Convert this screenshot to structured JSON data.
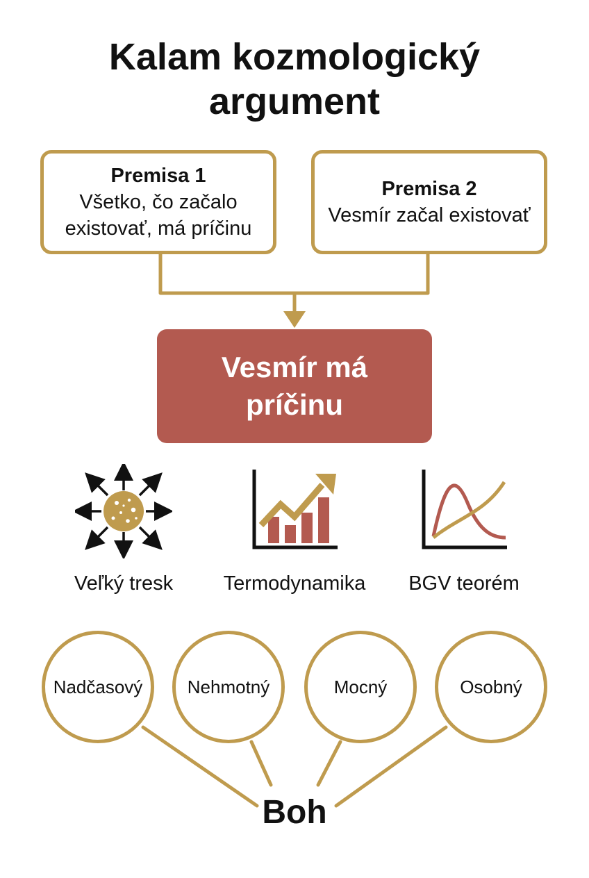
{
  "title": {
    "line1": "Kalam kozmologický",
    "line2": "argument"
  },
  "premises": [
    {
      "title": "Premisa 1",
      "text": "Všetko, čo začalo existovať, má príčinu"
    },
    {
      "title": "Premisa 2",
      "text": "Vesmír začal existovať"
    }
  ],
  "conclusion": "Vesmír má príčinu",
  "evidence": [
    {
      "label": "Veľký tresk",
      "icon": "big-bang-explosion-icon"
    },
    {
      "label": "Termodynamika",
      "icon": "rising-bar-chart-icon"
    },
    {
      "label": "BGV teorém",
      "icon": "curve-graph-icon"
    }
  ],
  "attributes": [
    "Nadčasový",
    "Nehmotný",
    "Mocný",
    "Osobný"
  ],
  "god": "Boh",
  "colors": {
    "gold": "#bf9b4e",
    "red": "#b35a50",
    "text": "#111111",
    "background": "#ffffff"
  }
}
